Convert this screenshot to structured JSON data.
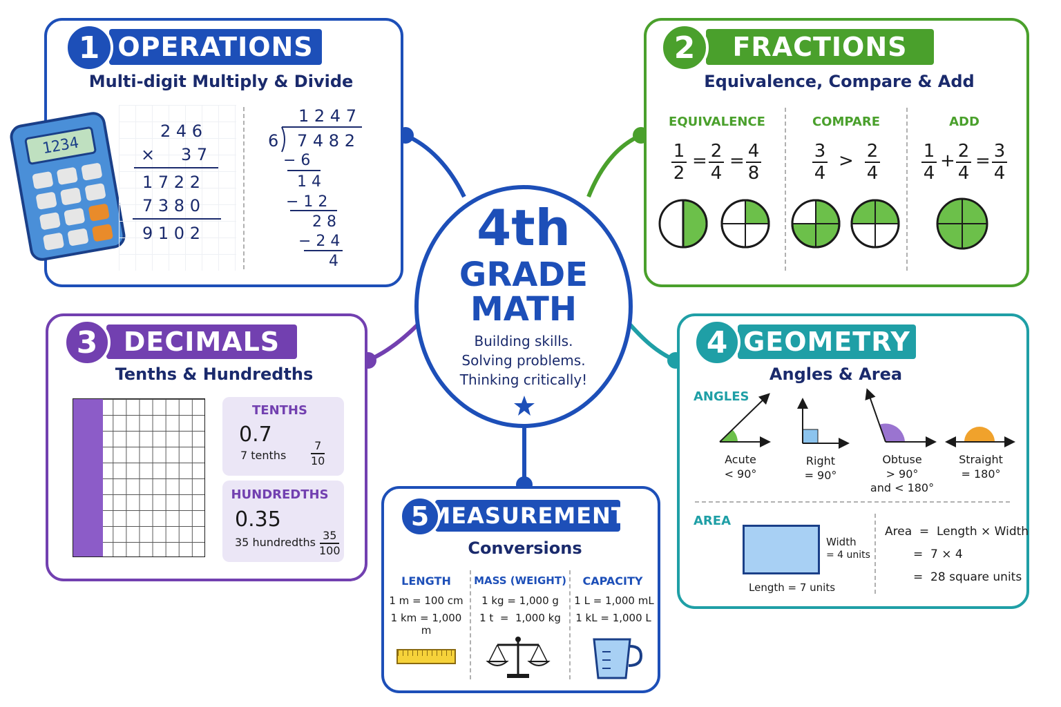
{
  "center": {
    "title_num": "4th",
    "title_1": "GRADE",
    "title_2": "MATH",
    "tag_1": "Building skills.",
    "tag_2": "Solving problems.",
    "tag_3": "Thinking critically!"
  },
  "colors": {
    "blue": "#1d4fb8",
    "green": "#4aa02c",
    "purple": "#7240b0",
    "teal": "#1f9fa6",
    "orange": "#e98b2a"
  },
  "operations": {
    "number": "1",
    "title": "OPERATIONS",
    "subtitle": "Multi-digit Multiply & Divide",
    "calculator_display": "1234",
    "mult": {
      "top": "2 4 6",
      "op": "×",
      "bottom": "3 7",
      "partial1": "1 7 2 2",
      "partial2": "7 3 8 0",
      "result": "9 1 0 2"
    },
    "div": {
      "quotient": "1 2 4 7",
      "divisor": "6",
      "dividend": "7 4 8 2",
      "s1": "− 6",
      "r1": "1 4",
      "s2": "− 1 2",
      "r2": "2 8",
      "s3": "− 2 4",
      "rem": "4"
    }
  },
  "fractions": {
    "number": "2",
    "title": "FRACTIONS",
    "subtitle": "Equivalence, Compare & Add",
    "equivalence": {
      "label": "EQUIVALENCE",
      "f1": [
        "1",
        "2"
      ],
      "f2": [
        "2",
        "4"
      ],
      "f3": [
        "4",
        "8"
      ],
      "eq": "="
    },
    "compare": {
      "label": "COMPARE",
      "f1": [
        "3",
        "4"
      ],
      "f2": [
        "2",
        "4"
      ],
      "op": ">"
    },
    "add": {
      "label": "ADD",
      "f1": [
        "1",
        "4"
      ],
      "f2": [
        "2",
        "4"
      ],
      "f3": [
        "3",
        "4"
      ],
      "plus": "+",
      "eq": "="
    }
  },
  "decimals": {
    "number": "3",
    "title": "DECIMALS",
    "subtitle": "Tenths & Hundredths",
    "tenths": {
      "label": "TENTHS",
      "value": "0.7",
      "words": "7 tenths",
      "num": "7",
      "den": "10"
    },
    "hundredths": {
      "label": "HUNDREDTHS",
      "value": "0.35",
      "words": "35 hundredths",
      "num": "35",
      "den": "100"
    }
  },
  "geometry": {
    "number": "4",
    "title": "GEOMETRY",
    "subtitle": "Angles & Area",
    "angles_label": "ANGLES",
    "acute": {
      "name": "Acute",
      "measure": "< 90°"
    },
    "right": {
      "name": "Right",
      "measure": "= 90°"
    },
    "obtuse": {
      "name": "Obtuse",
      "measure": "> 90°",
      "measure2": "and < 180°"
    },
    "straight": {
      "name": "Straight",
      "measure": "= 180°"
    },
    "area_label": "AREA",
    "width_1": "Width",
    "width_2": "= 4 units",
    "length": "Length = 7 units",
    "formula_1": "Area  =  Length × Width",
    "formula_2": "=  7 × 4",
    "formula_3": "=  28 square units"
  },
  "measurement": {
    "number": "5",
    "title": "MEASUREMENT",
    "subtitle": "Conversions",
    "length": {
      "label": "LENGTH",
      "l1": "1 m = 100 cm",
      "l2": "1 km = 1,000 m"
    },
    "mass": {
      "label": "MASS (WEIGHT)",
      "l1": "1 kg = 1,000 g",
      "l2": "1 t  =  1,000 kg"
    },
    "capacity": {
      "label": "CAPACITY",
      "l1": "1 L = 1,000 mL",
      "l2": "1 kL = 1,000 L"
    }
  }
}
